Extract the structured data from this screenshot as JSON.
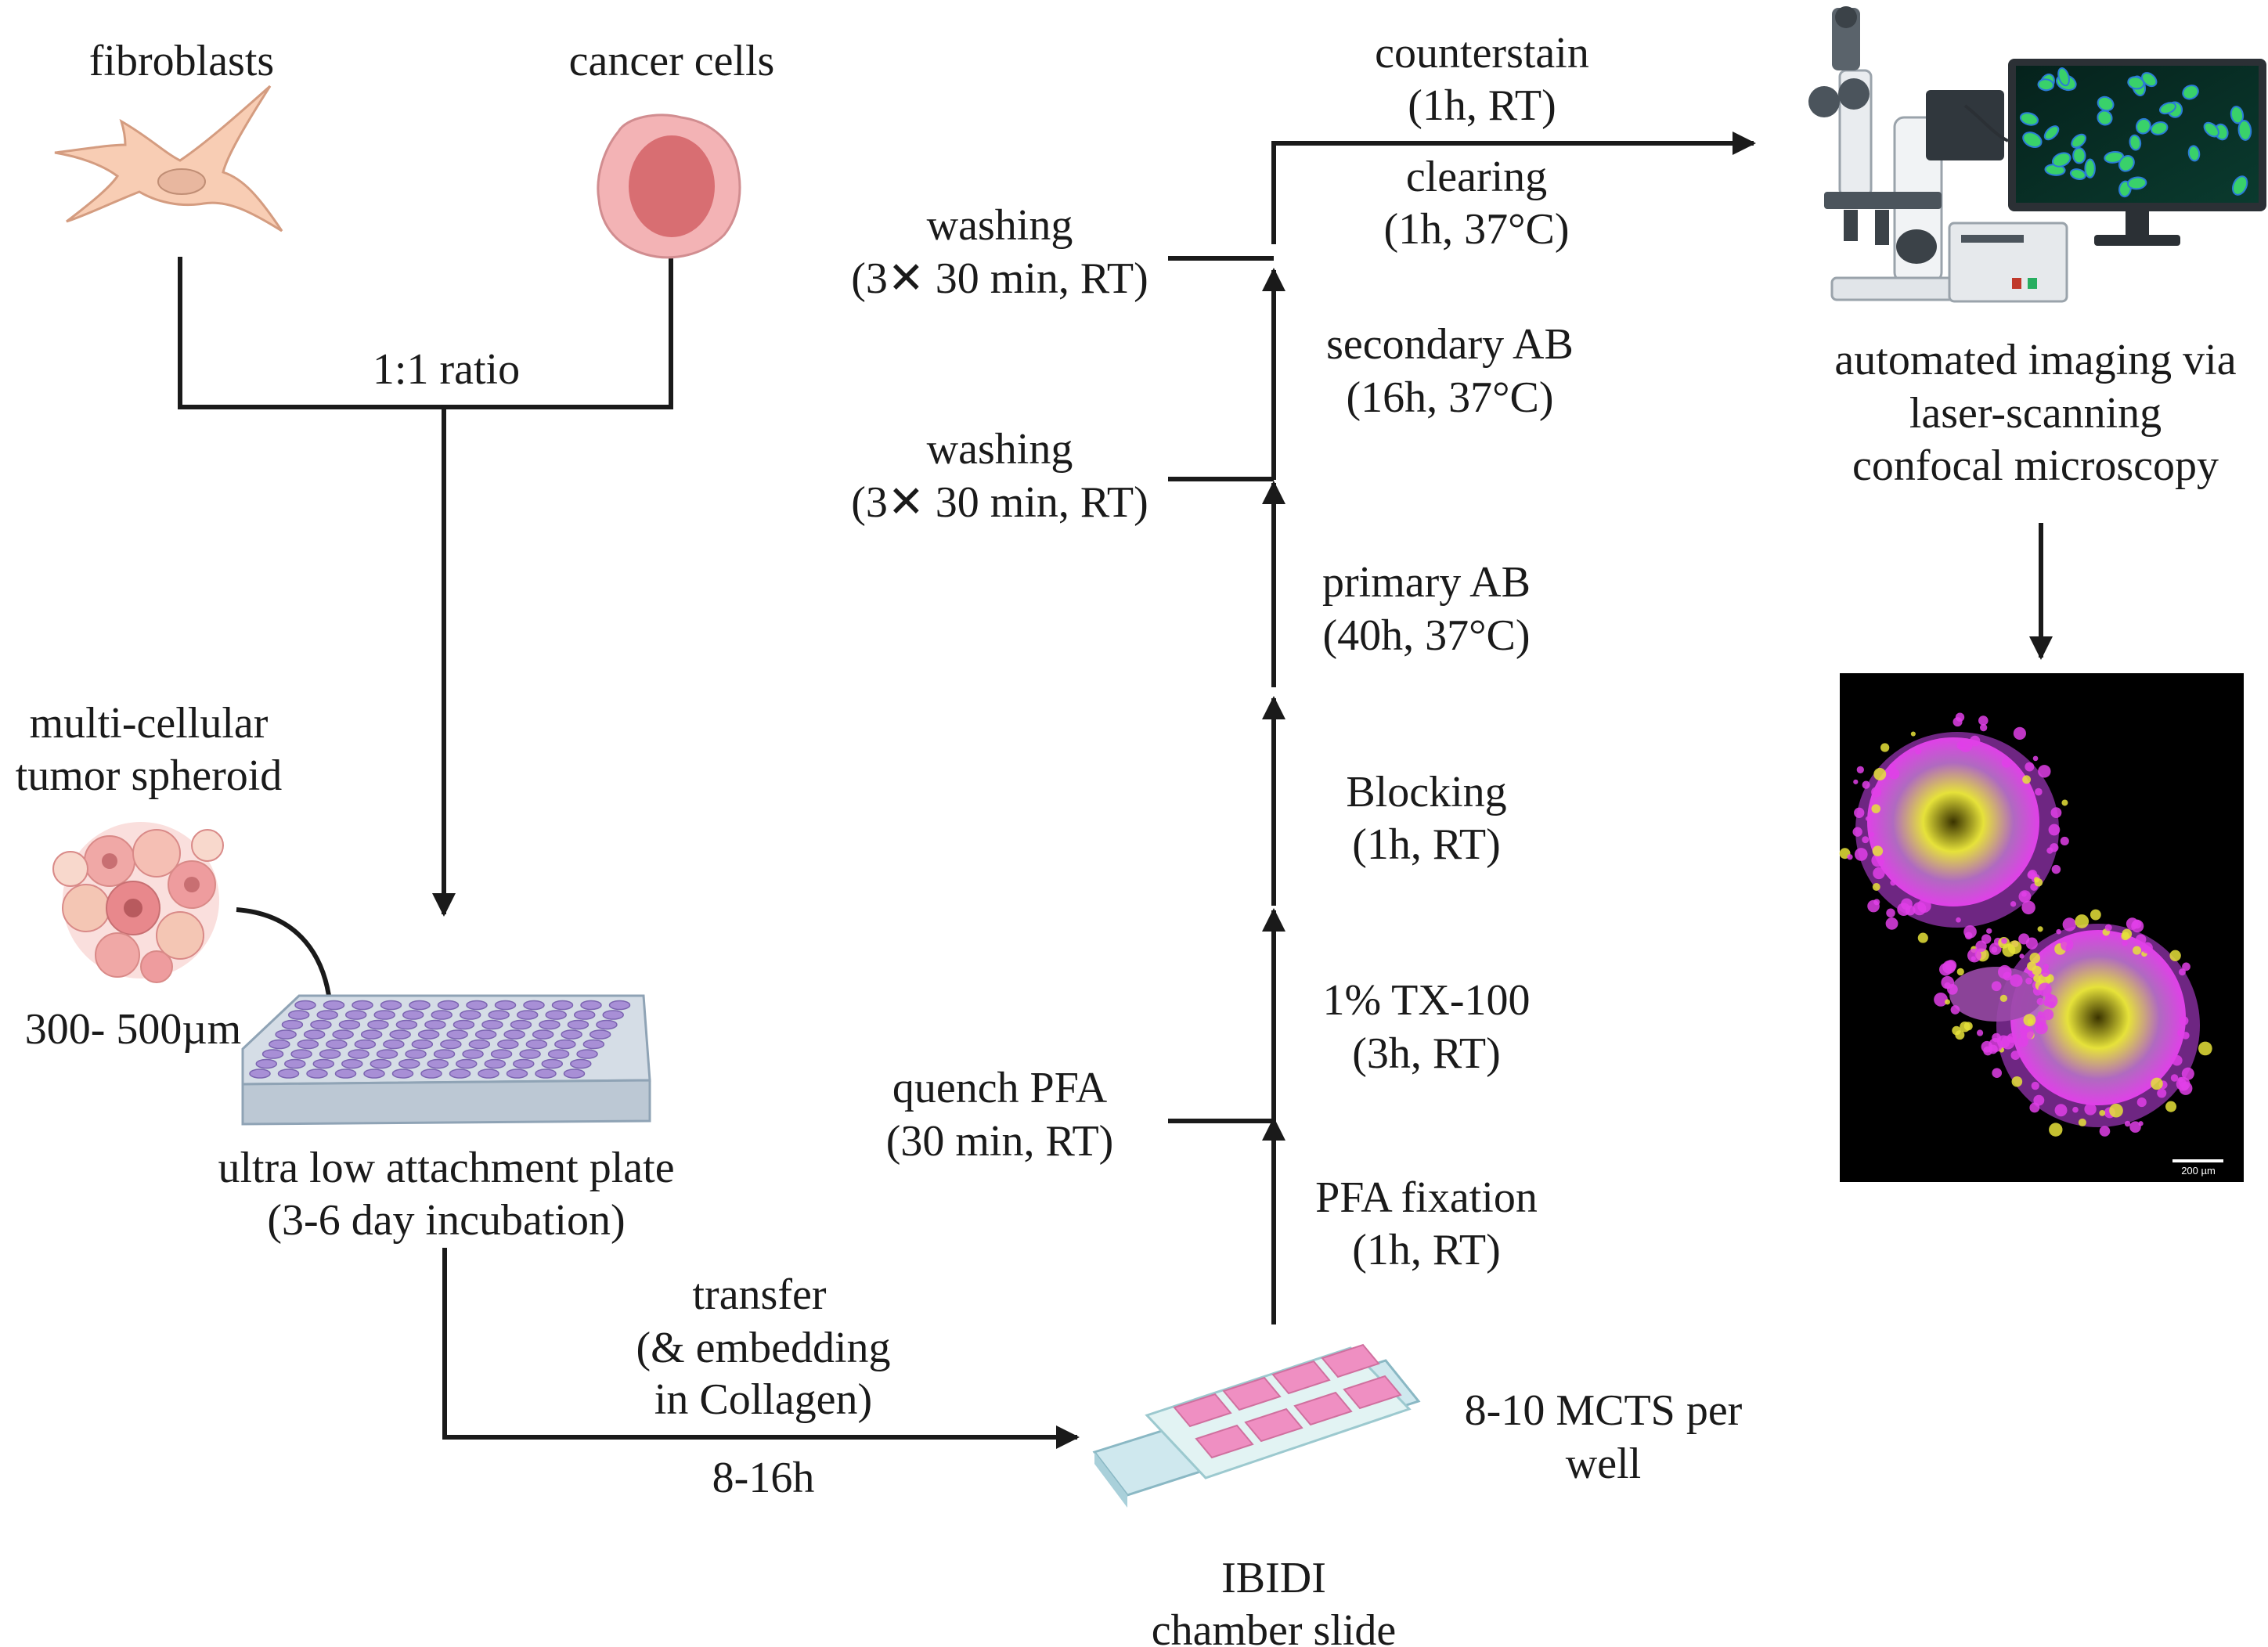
{
  "labels": {
    "fibroblasts": "fibroblasts",
    "cancer_cells": "cancer cells",
    "ratio": "1:1 ratio",
    "mcts_line1": "multi-cellular",
    "mcts_line2": "tumor spheroid",
    "size": "300- 500µm",
    "plate_line1": "ultra low attachment plate",
    "plate_line2": "(3-6 day incubation)",
    "transfer_line1": "transfer",
    "transfer_line2": "(& embedding",
    "transfer_line3": "in Collagen)",
    "transfer_time": "8-16h",
    "ibidi_line1": "IBIDI",
    "ibidi_line2": "chamber slide",
    "per_well_line1": "8-10 MCTS per",
    "per_well_line2": "well",
    "pfa_line1": "PFA fixation",
    "pfa_line2": "(1h, RT)",
    "quench_line1": "quench PFA",
    "quench_line2": "(30 min, RT)",
    "tx_line1": "1% TX-100",
    "tx_line2": "(3h, RT)",
    "blocking_line1": "Blocking",
    "blocking_line2": "(1h, RT)",
    "primary_line1": "primary AB",
    "primary_line2": "(40h, 37°C)",
    "wash2_line1": "washing",
    "wash2_line2": "(3✕ 30 min, RT)",
    "secondary_line1": "secondary AB",
    "secondary_line2": "(16h, 37°C)",
    "wash1_line1": "washing",
    "wash1_line2": "(3✕ 30 min, RT)",
    "clearing_line1": "clearing",
    "clearing_line2": "(1h, 37°C)",
    "counter_line1": "counterstain",
    "counter_line2": "(1h, RT)",
    "imaging_line1": "automated imaging via",
    "imaging_line2": "laser-scanning",
    "imaging_line3": "confocal microscopy",
    "scalebar": "200 µm"
  },
  "colors": {
    "line": "#1a1a1a",
    "fibroblast_fill": "#f8cdb4",
    "cancer_fill": "#f3b3b5",
    "cancer_nucleus": "#d86e72",
    "plate_well": "#a88fd6",
    "slide_well": "#ef8fc2",
    "confocal_magenta": "#e040e8",
    "confocal_yellow": "#e6e23a"
  },
  "icons": [
    "fibroblast-icon",
    "cancer-cell-icon",
    "spheroid-icon",
    "well-plate-icon",
    "chamber-slide-icon",
    "microscope-icon",
    "confocal-image"
  ]
}
